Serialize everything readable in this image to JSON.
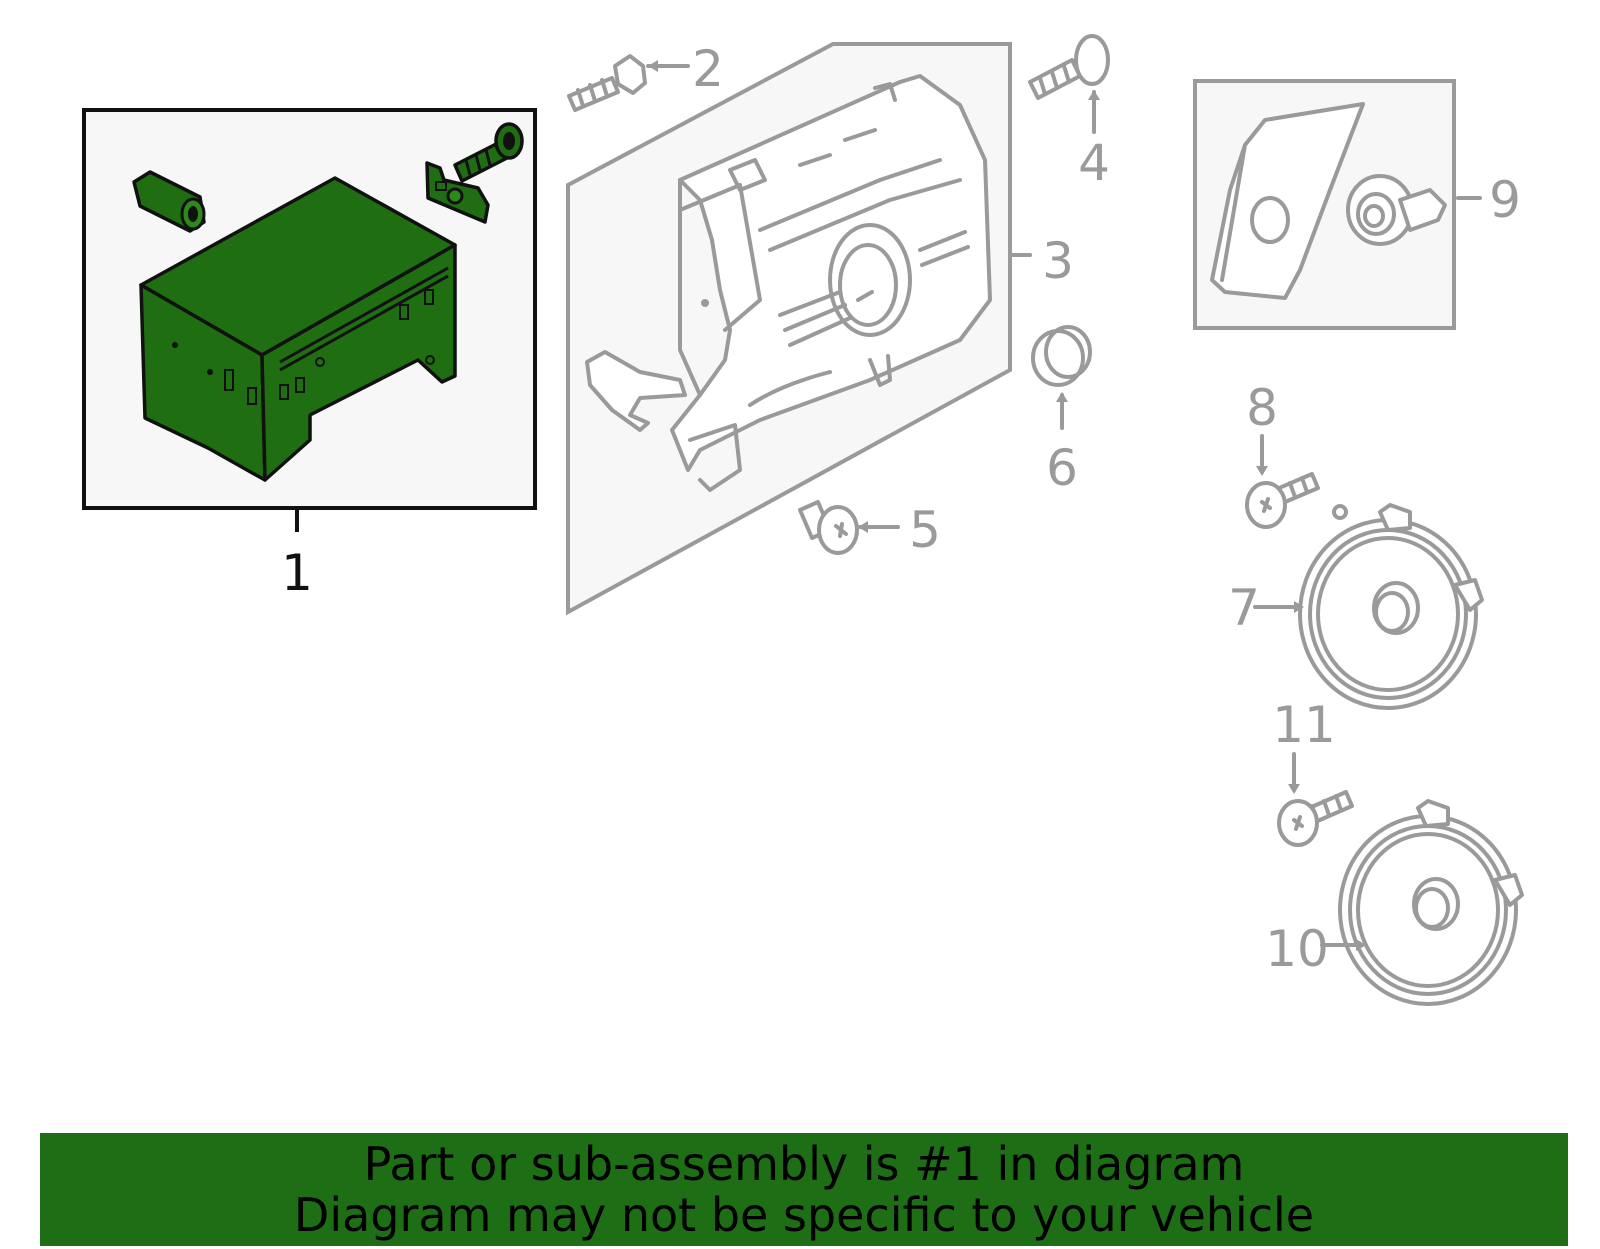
{
  "callouts": {
    "c1": "1",
    "c2": "2",
    "c3": "3",
    "c4": "4",
    "c5": "5",
    "c6": "6",
    "c7": "7",
    "c8": "8",
    "c9": "9",
    "c10": "10",
    "c11": "11"
  },
  "banner": {
    "line1": "Part or sub-assembly is #1 in diagram",
    "line2": "Diagram may not be specific to your vehicle"
  },
  "colors": {
    "highlight_part": "#1f6e12",
    "banner_background": "#1d6e15",
    "other_parts": "#9a9a9a",
    "panel_background": "#f7f7f7"
  }
}
